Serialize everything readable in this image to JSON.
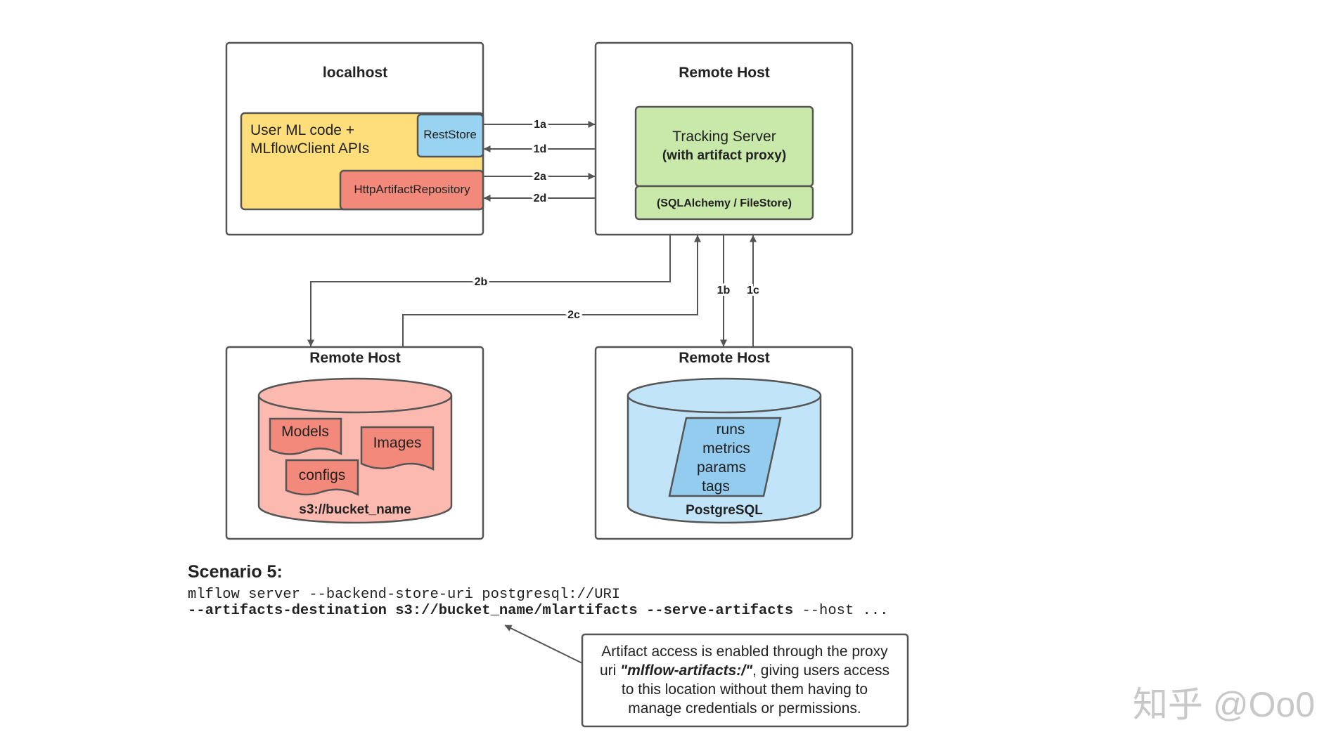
{
  "colors": {
    "stroke": "#555555",
    "text": "#222222",
    "yellow": "#FEDE7A",
    "blue_small": "#98D3F1",
    "red_box": "#F3897A",
    "green": "#C8E9A9",
    "pink_db": "#FBB9B0",
    "pink_doc": "#F3897A",
    "blue_db": "#C2E4F8",
    "blue_para": "#93CCEF",
    "watermark": "#C8C8C8"
  },
  "localhost": {
    "title": "localhost",
    "client_line1": "User ML code +",
    "client_line2": "MLflowClient APIs",
    "reststore": "RestStore",
    "http_repo": "HttpArtifactRepository"
  },
  "tracking_host": {
    "title": "Remote Host",
    "server_line1": "Tracking Server",
    "server_line2": "(with artifact proxy)",
    "store": "(SQLAlchemy / FileStore)"
  },
  "artifact_host": {
    "title": "Remote Host",
    "docs": [
      "Models",
      "Images",
      "configs"
    ],
    "bucket_label": "s3://bucket_name"
  },
  "db_host": {
    "title": "Remote Host",
    "entities": [
      "runs",
      "metrics",
      "params",
      "tags"
    ],
    "db_label": "PostgreSQL"
  },
  "arrows": {
    "a1a": "1a",
    "a1d": "1d",
    "a2a": "2a",
    "a2d": "2d",
    "a2b": "2b",
    "a2c": "2c",
    "a1b": "1b",
    "a1c": "1c"
  },
  "scenario": {
    "title": "Scenario 5:",
    "cmd_line1": "mlflow server --backend-store-uri postgresql://URI",
    "cmd_line2_bold": "--artifacts-destination s3://bucket_name/mlartifacts --serve-artifacts",
    "cmd_line2_rest": " --host ..."
  },
  "note": {
    "line1": "Artifact access is enabled through the proxy",
    "line2_prefix": "uri ",
    "line2_uri": "\"mlflow-artifacts:/\"",
    "line2_suffix": ", giving users access",
    "line3": "to this location without them having to",
    "line4": "manage credentials or permissions."
  },
  "watermark": "知乎 @Oo0"
}
